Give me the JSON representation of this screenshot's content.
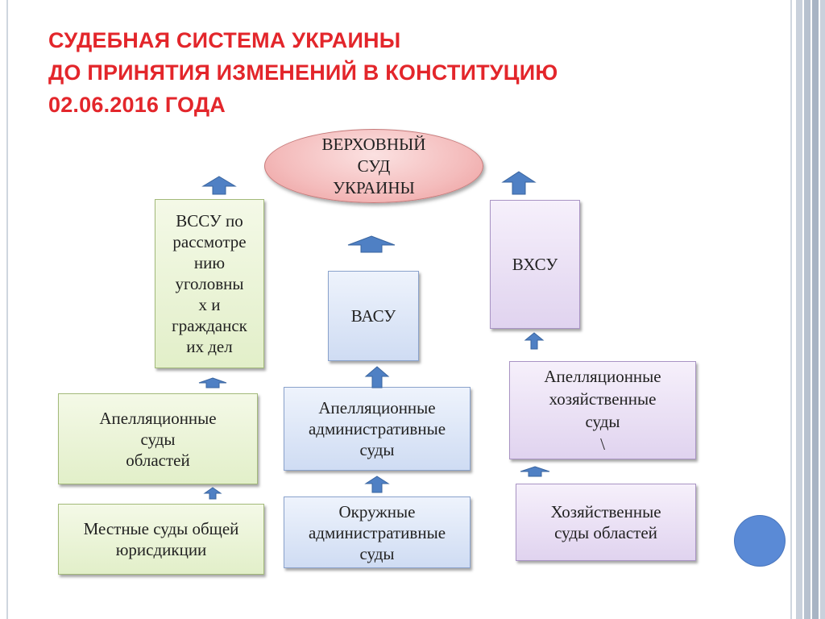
{
  "title": {
    "line1": "СУДЕБНАЯ СИСТЕМА УКРАИНЫ",
    "line2": "ДО ПРИНЯТИЯ ИЗМЕНЕНИЙ В КОНСТИТУЦИЮ",
    "line3": "02.06.2016 ГОДА"
  },
  "supreme_court": "ВЕРХОВНЫЙ\nСУД\nУКРАИНЫ",
  "criminal_civil": {
    "high_court": "ВССУ по\nрассмотре\nнию\nуголовны\nх и\nгражданск\nих дел",
    "appeal": "Апелляционные\nсуды\nобластей",
    "local": "Местные суды общей\nюрисдикции"
  },
  "administrative": {
    "high_court": "ВАСУ",
    "appeal": "Апелляционные\nадминистративные\nсуды",
    "district": "Окружные\nадминистративные\nсуды"
  },
  "commercial": {
    "high_court": "ВХСУ",
    "appeal": "Апелляционные\nхозяйственные\nсуды\n\\",
    "regional": "Хозяйственные\nсуды областей"
  },
  "colors": {
    "title": "#e3262b",
    "arrow": "#4f80c4",
    "oval": "#f4bcbc",
    "green": "#e2efc9",
    "blue": "#cfdcf3",
    "purple": "#e0d3ef",
    "circle": "#5a8ad6"
  }
}
